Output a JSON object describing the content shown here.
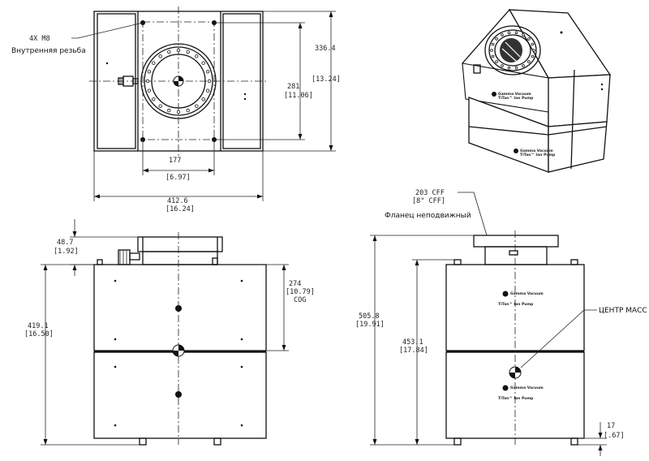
{
  "callouts": {
    "thread_qty": "4X M8",
    "thread_note": "Внутренняя резьба",
    "flange_size": "203 CFF",
    "flange_size_in": "[8\" CFF]",
    "flange_note": "Фланец неподвижный",
    "center_of_mass": "ЦЕНТР МАСС"
  },
  "top_view": {
    "overall_height": "336.4",
    "overall_height_in": "[13.24]",
    "bolt_height": "281",
    "bolt_height_in": "[11.06]",
    "bolt_width": "177",
    "bolt_width_in": "[6.97]",
    "overall_width": "412.6",
    "overall_width_in": "[16.24]"
  },
  "front_view": {
    "flange_offset": "48.7",
    "flange_offset_in": "[1.92]",
    "cog_height": "274",
    "cog_height_in": "[10.79]",
    "cog_label": "COG",
    "body_height": "419.1",
    "body_height_in": "[16.50]"
  },
  "side_view": {
    "overall_height": "505.8",
    "overall_height_in": "[19.91]",
    "cog_height": "453.1",
    "cog_height_in": "[17.84]",
    "foot_height": "17",
    "foot_height_in": "[.67]"
  },
  "branding": {
    "maker": "Gamma Vacuum",
    "product": "TiTan™ Ion Pump"
  }
}
